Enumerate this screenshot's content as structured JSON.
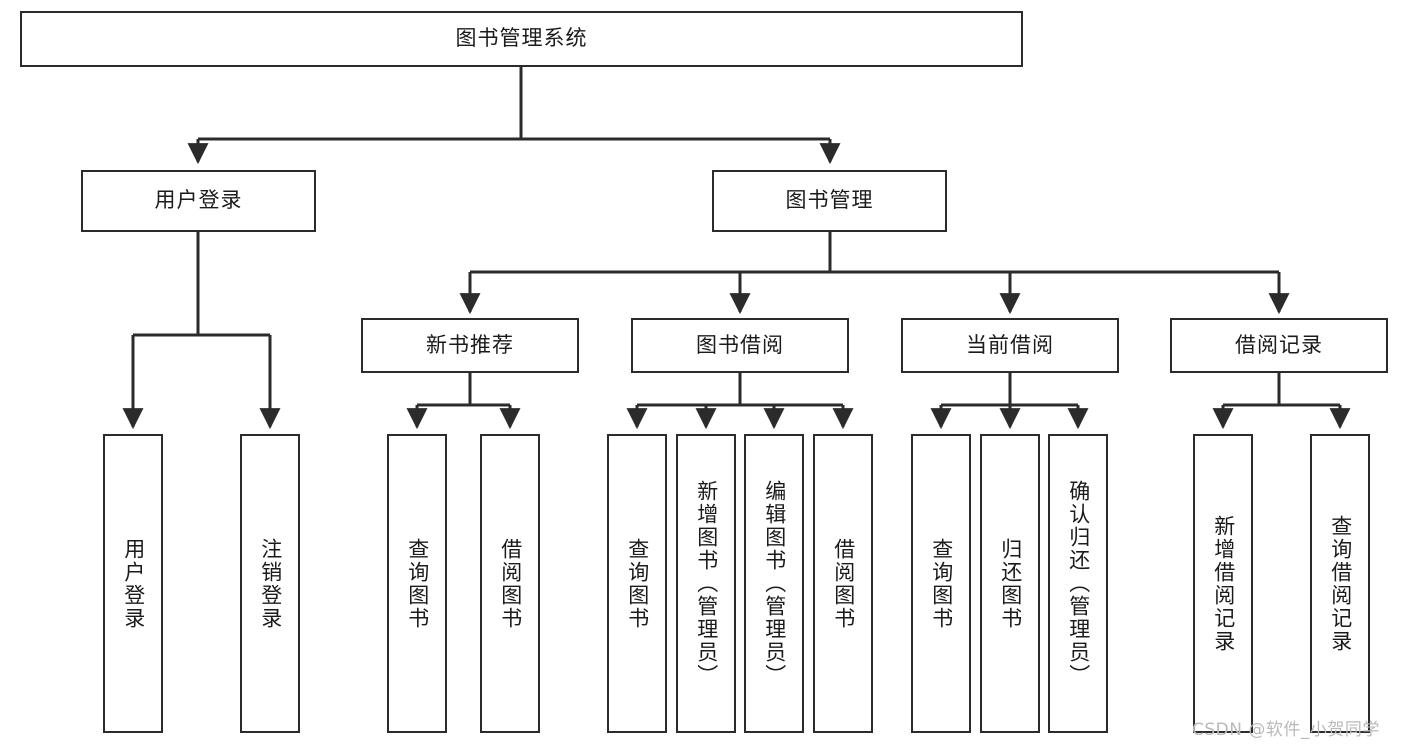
{
  "diagram": {
    "title": "图书管理系统",
    "type": "功能结构图",
    "root": {
      "label": "图书管理系统"
    },
    "level1": [
      {
        "label": "用户登录"
      },
      {
        "label": "图书管理"
      }
    ],
    "level2": [
      {
        "label": "新书推荐",
        "parent": "图书管理"
      },
      {
        "label": "图书借阅",
        "parent": "图书管理"
      },
      {
        "label": "当前借阅",
        "parent": "图书管理"
      },
      {
        "label": "借阅记录",
        "parent": "图书管理"
      }
    ],
    "leaves": {
      "user_login": [
        {
          "label": "用户登录"
        },
        {
          "label": "注销登录"
        }
      ],
      "new_book_recommend": [
        {
          "label": "查询图书"
        },
        {
          "label": "借阅图书"
        }
      ],
      "book_borrow": [
        {
          "label": "查询图书"
        },
        {
          "label": "新增图书（管理员）"
        },
        {
          "label": "编辑图书（管理员）"
        },
        {
          "label": "借阅图书"
        }
      ],
      "current_borrow": [
        {
          "label": "查询图书"
        },
        {
          "label": "归还图书"
        },
        {
          "label": "确认归还（管理员）"
        }
      ],
      "borrow_record": [
        {
          "label": "新增借阅记录"
        },
        {
          "label": "查询借阅记录"
        }
      ]
    }
  },
  "watermark": {
    "text": "CSDN @软件_小贺同学"
  },
  "colors": {
    "stroke": "#2b2b2b",
    "fill": "#ffffff",
    "text": "#1b1b1b",
    "watermark": "#b9b9b9"
  }
}
